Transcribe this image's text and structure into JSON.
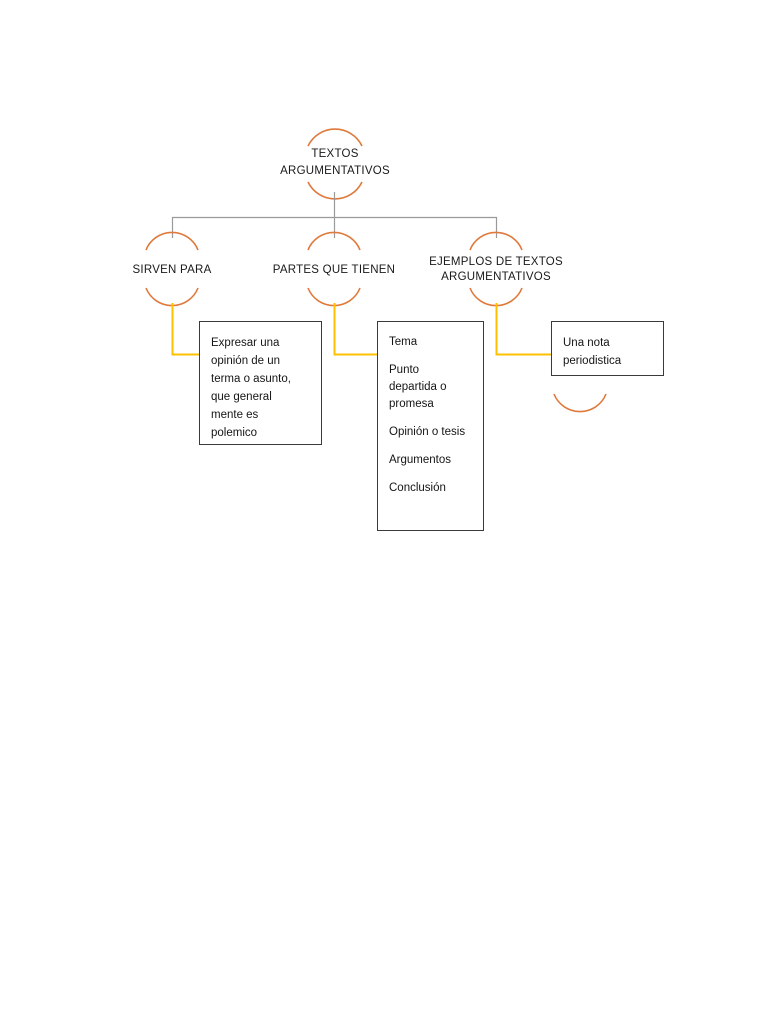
{
  "document": {
    "type": "hierarchy-diagram",
    "title": "TEXTOS ARGUMENTATIVOS"
  },
  "colors": {
    "arc": "#E0793C",
    "connector_tree": "#9a9a9a",
    "connector_branch": "#FFC000",
    "box_border": "#3a3a3a",
    "text": "#151515",
    "background": "#ffffff"
  },
  "diagram": {
    "root": {
      "label": "TEXTOS\nARGUMENTATIVOS"
    },
    "branches": [
      {
        "label": "SIRVEN PARA",
        "box": {
          "text": "Expresar una\nopinión de un\nterma o asunto,\nque general\nmente es\npolemico"
        }
      },
      {
        "label": "PARTES QUE TIENEN",
        "box": {
          "items": [
            "Tema",
            "Punto\ndepartida o\npromesa",
            "Opinión o tesis",
            "Argumentos",
            "Conclusión"
          ]
        }
      },
      {
        "label": "EJEMPLOS DE TEXTOS\nARGUMENTATIVOS",
        "box": {
          "text": "Una nota\nperiodistica"
        }
      }
    ]
  }
}
